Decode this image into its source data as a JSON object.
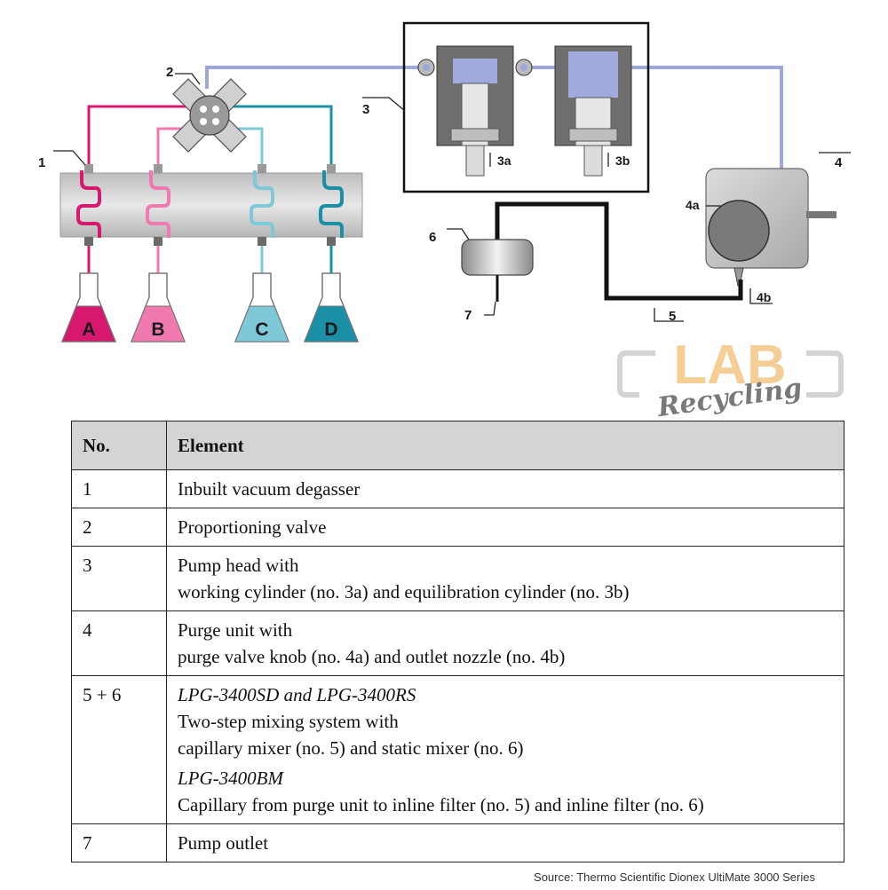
{
  "diagram": {
    "labels": {
      "n1": "1",
      "n2": "2",
      "n3": "3",
      "n3a": "3a",
      "n3b": "3b",
      "n4": "4",
      "n4a": "4a",
      "n4b": "4b",
      "n5": "5",
      "n6": "6",
      "n7": "7"
    },
    "flasks": [
      "A",
      "B",
      "C",
      "D"
    ],
    "colors": {
      "A": "#d6196e",
      "B": "#f07ab0",
      "C": "#7ec8d8",
      "D": "#1a8fa6",
      "capillary": "#9ea8d8",
      "pump_body": "#6e6e6e",
      "piston": "#a0aadc"
    },
    "watermark": {
      "word": "LAB",
      "script": "Recycling"
    }
  },
  "table": {
    "headers": {
      "no": "No.",
      "element": "Element"
    },
    "rows": [
      {
        "no": "1",
        "lines": [
          "Inbuilt vacuum degasser"
        ]
      },
      {
        "no": "2",
        "lines": [
          "Proportioning valve"
        ]
      },
      {
        "no": "3",
        "lines": [
          "Pump head with",
          "working cylinder (no. 3a) and equilibration cylinder (no. 3b)"
        ]
      },
      {
        "no": "4",
        "lines": [
          "Purge unit with",
          "purge valve knob (no. 4a) and outlet nozzle (no. 4b)"
        ]
      },
      {
        "no": "5 + 6",
        "italic_a": "LPG-3400SD and LPG-3400RS",
        "lines_a": [
          "Two-step mixing system with",
          "capillary mixer (no. 5) and static mixer (no. 6)"
        ],
        "italic_b": "LPG-3400BM",
        "lines_b": [
          "Capillary from purge unit to inline filter (no. 5) and inline filter (no. 6)"
        ]
      },
      {
        "no": "7",
        "lines": [
          "Pump outlet"
        ]
      }
    ]
  },
  "source": "Source: Thermo Scientific Dionex UltiMate 3000 Series"
}
